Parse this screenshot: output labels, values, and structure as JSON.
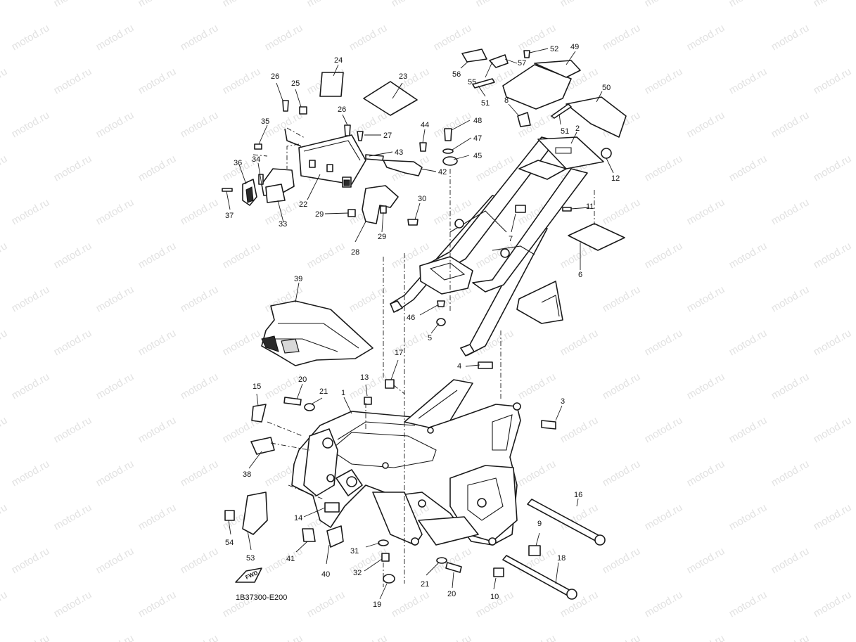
{
  "diagram": {
    "drawing_code": "1B37300-E200",
    "watermark_text": "motod.ru",
    "fwd_label": "FWD",
    "callouts": {
      "n1": "1",
      "n2": "2",
      "n3": "3",
      "n4": "4",
      "n5": "5",
      "n6": "6",
      "n7": "7",
      "n8": "8",
      "n9": "9",
      "n10": "10",
      "n11": "11",
      "n12": "12",
      "n13": "13",
      "n14": "14",
      "n15": "15",
      "n16": "16",
      "n17": "17",
      "n18": "18",
      "n19": "19",
      "n20a": "20",
      "n20b": "20",
      "n21a": "21",
      "n21b": "21",
      "n22": "22",
      "n23": "23",
      "n24": "24",
      "n25": "25",
      "n26a": "26",
      "n26b": "26",
      "n27": "27",
      "n28": "28",
      "n29a": "29",
      "n29b": "29",
      "n30": "30",
      "n31": "31",
      "n32": "32",
      "n33": "33",
      "n34": "34",
      "n35": "35",
      "n36": "36",
      "n37": "37",
      "n38": "38",
      "n39": "39",
      "n40": "40",
      "n41": "41",
      "n42": "42",
      "n43": "43",
      "n44": "44",
      "n45": "45",
      "n46": "46",
      "n47": "47",
      "n48": "48",
      "n49": "49",
      "n50": "50",
      "n51a": "51",
      "n51b": "51",
      "n52": "52",
      "n53": "53",
      "n54": "54",
      "n55": "55",
      "n56": "56",
      "n57": "57"
    },
    "colors": {
      "ink": "#1a1a1a",
      "watermark": "#e2e2e2",
      "paper": "#ffffff"
    }
  }
}
